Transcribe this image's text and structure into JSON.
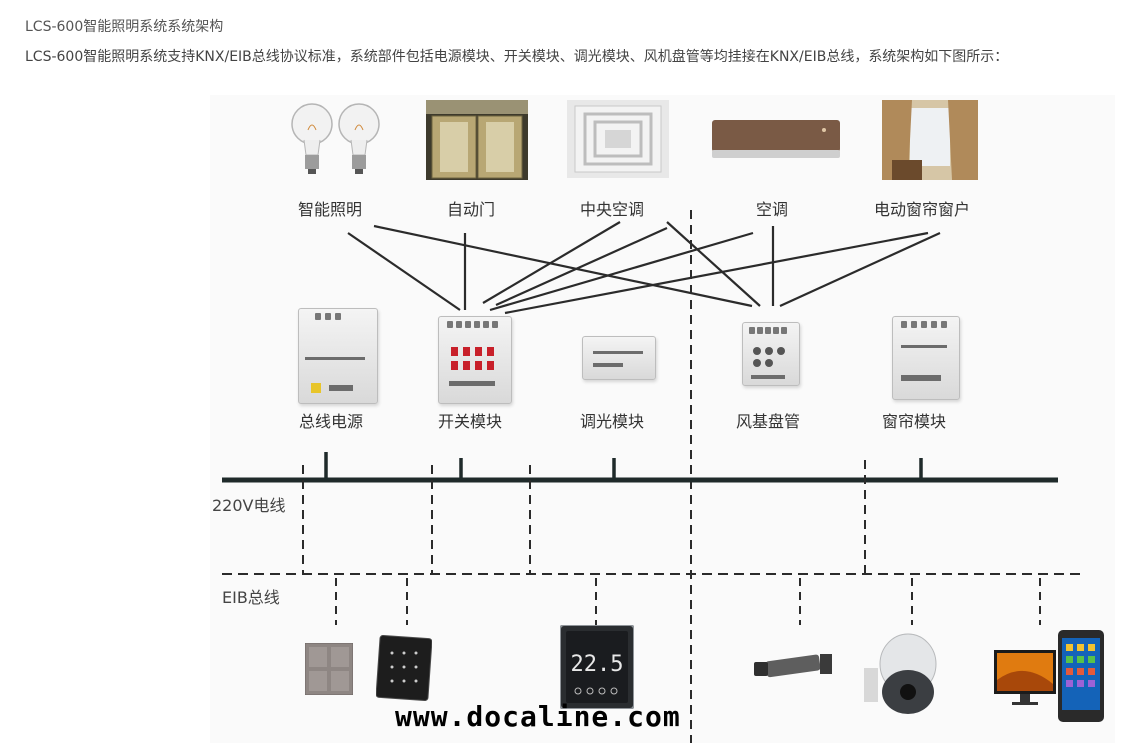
{
  "heading": "LCS-600智能照明系统系统架构",
  "intro": "LCS-600智能照明系统支持KNX/EIB总线协议标准，系统部件包括电源模块、开关模块、调光模块、风机盘管等均挂接在KNX/EIB总线，系统架构如下图所示：",
  "devices": {
    "lighting": "智能照明",
    "auto_door": "自动门",
    "central_ac": "中央空调",
    "ac": "空调",
    "curtain": "电动窗帘窗户"
  },
  "modules": {
    "power": "总线电源",
    "switch": "开关模块",
    "dimmer": "调光模块",
    "fan_coil": "风基盘管",
    "curtain": "窗帘模块"
  },
  "bus": {
    "power_line": "220V电线",
    "eib_line": "EIB总线"
  },
  "thermostat": {
    "temp": "22.5"
  },
  "watermark": "www.docaline.com",
  "colors": {
    "line": "#2b2b2b",
    "bus": "#1f2a2a",
    "accent_red": "#c8202a"
  }
}
